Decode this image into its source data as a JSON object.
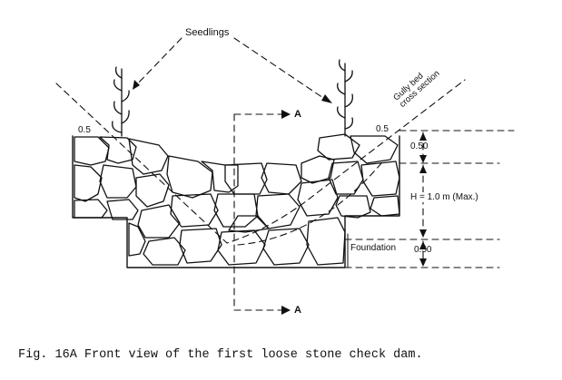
{
  "labels": {
    "seedlings": "Seedlings",
    "gully_bed_line1": "Gully  bed",
    "gully_bed_line2": "cross section",
    "section_top": "A",
    "section_bottom": "A",
    "slope_left": "0.5",
    "slope_right": "0.5",
    "dim_top": "0.50",
    "dim_height": "H = 1.0 m (Max.)",
    "foundation": "Foundation",
    "dim_foundation": "0.50"
  },
  "caption": "Fig. 16A  Front view of the first loose stone check dam.",
  "colors": {
    "ink": "#111111",
    "paper": "#ffffff"
  }
}
